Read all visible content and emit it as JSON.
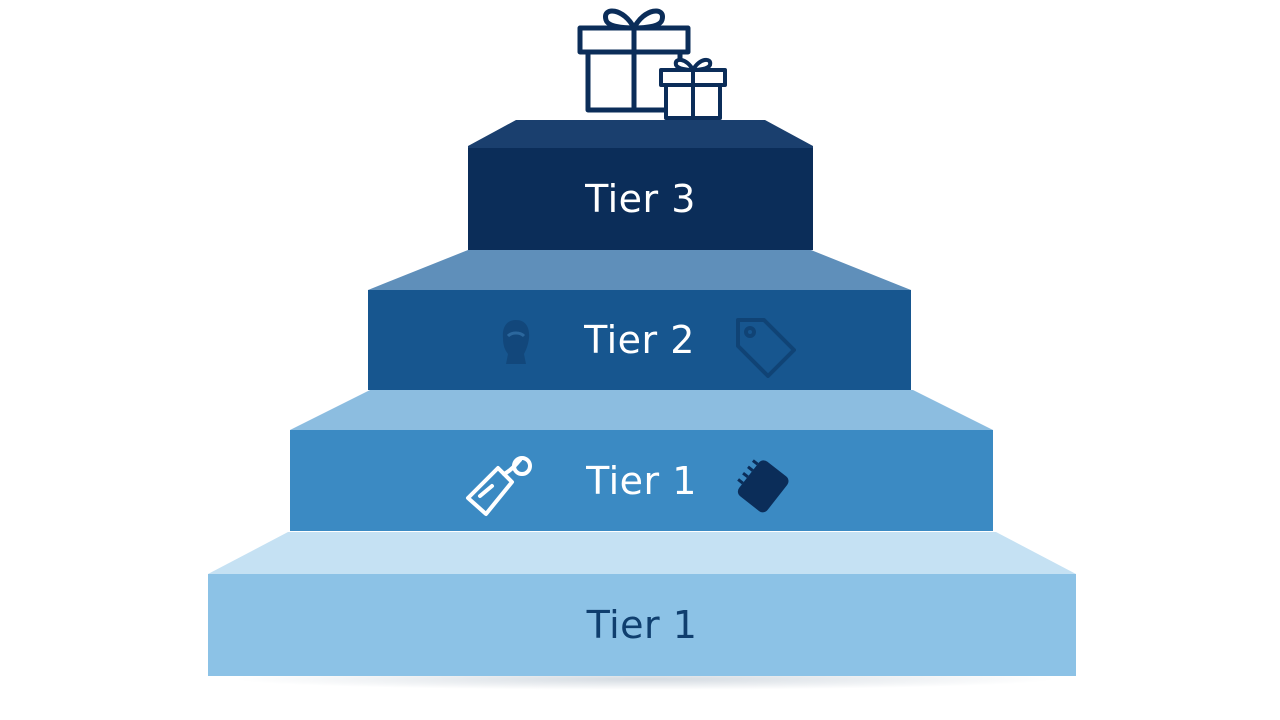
{
  "tiers": [
    {
      "label": "Tier 3",
      "front_color": "#0b2d59",
      "top_color": "#1a3f6e",
      "text_color": "#ffffff"
    },
    {
      "label": "Tier 2",
      "front_color": "#17568f",
      "top_color": "#5f8fba",
      "text_color": "#ffffff"
    },
    {
      "label": "Tier 1",
      "front_color": "#3b8ac3",
      "top_color": "#8cbde0",
      "text_color": "#ffffff"
    },
    {
      "label": "Tier 1",
      "front_color": "#8cc2e6",
      "top_color": "#c5e1f3",
      "text_color": "#0f3e6e"
    }
  ],
  "icons": {
    "gift_large": "gift-icon",
    "gift_small": "gift-icon",
    "tier2_left": "person-silhouette-icon",
    "tier2_right": "price-tag-icon",
    "tier1_left": "price-tag-icon",
    "tier1_right": "tag-stub-icon"
  },
  "colors": {
    "gift_stroke": "#0b2d59",
    "tag_white": "#ffffff",
    "icon_dark": "#0b2d59"
  }
}
